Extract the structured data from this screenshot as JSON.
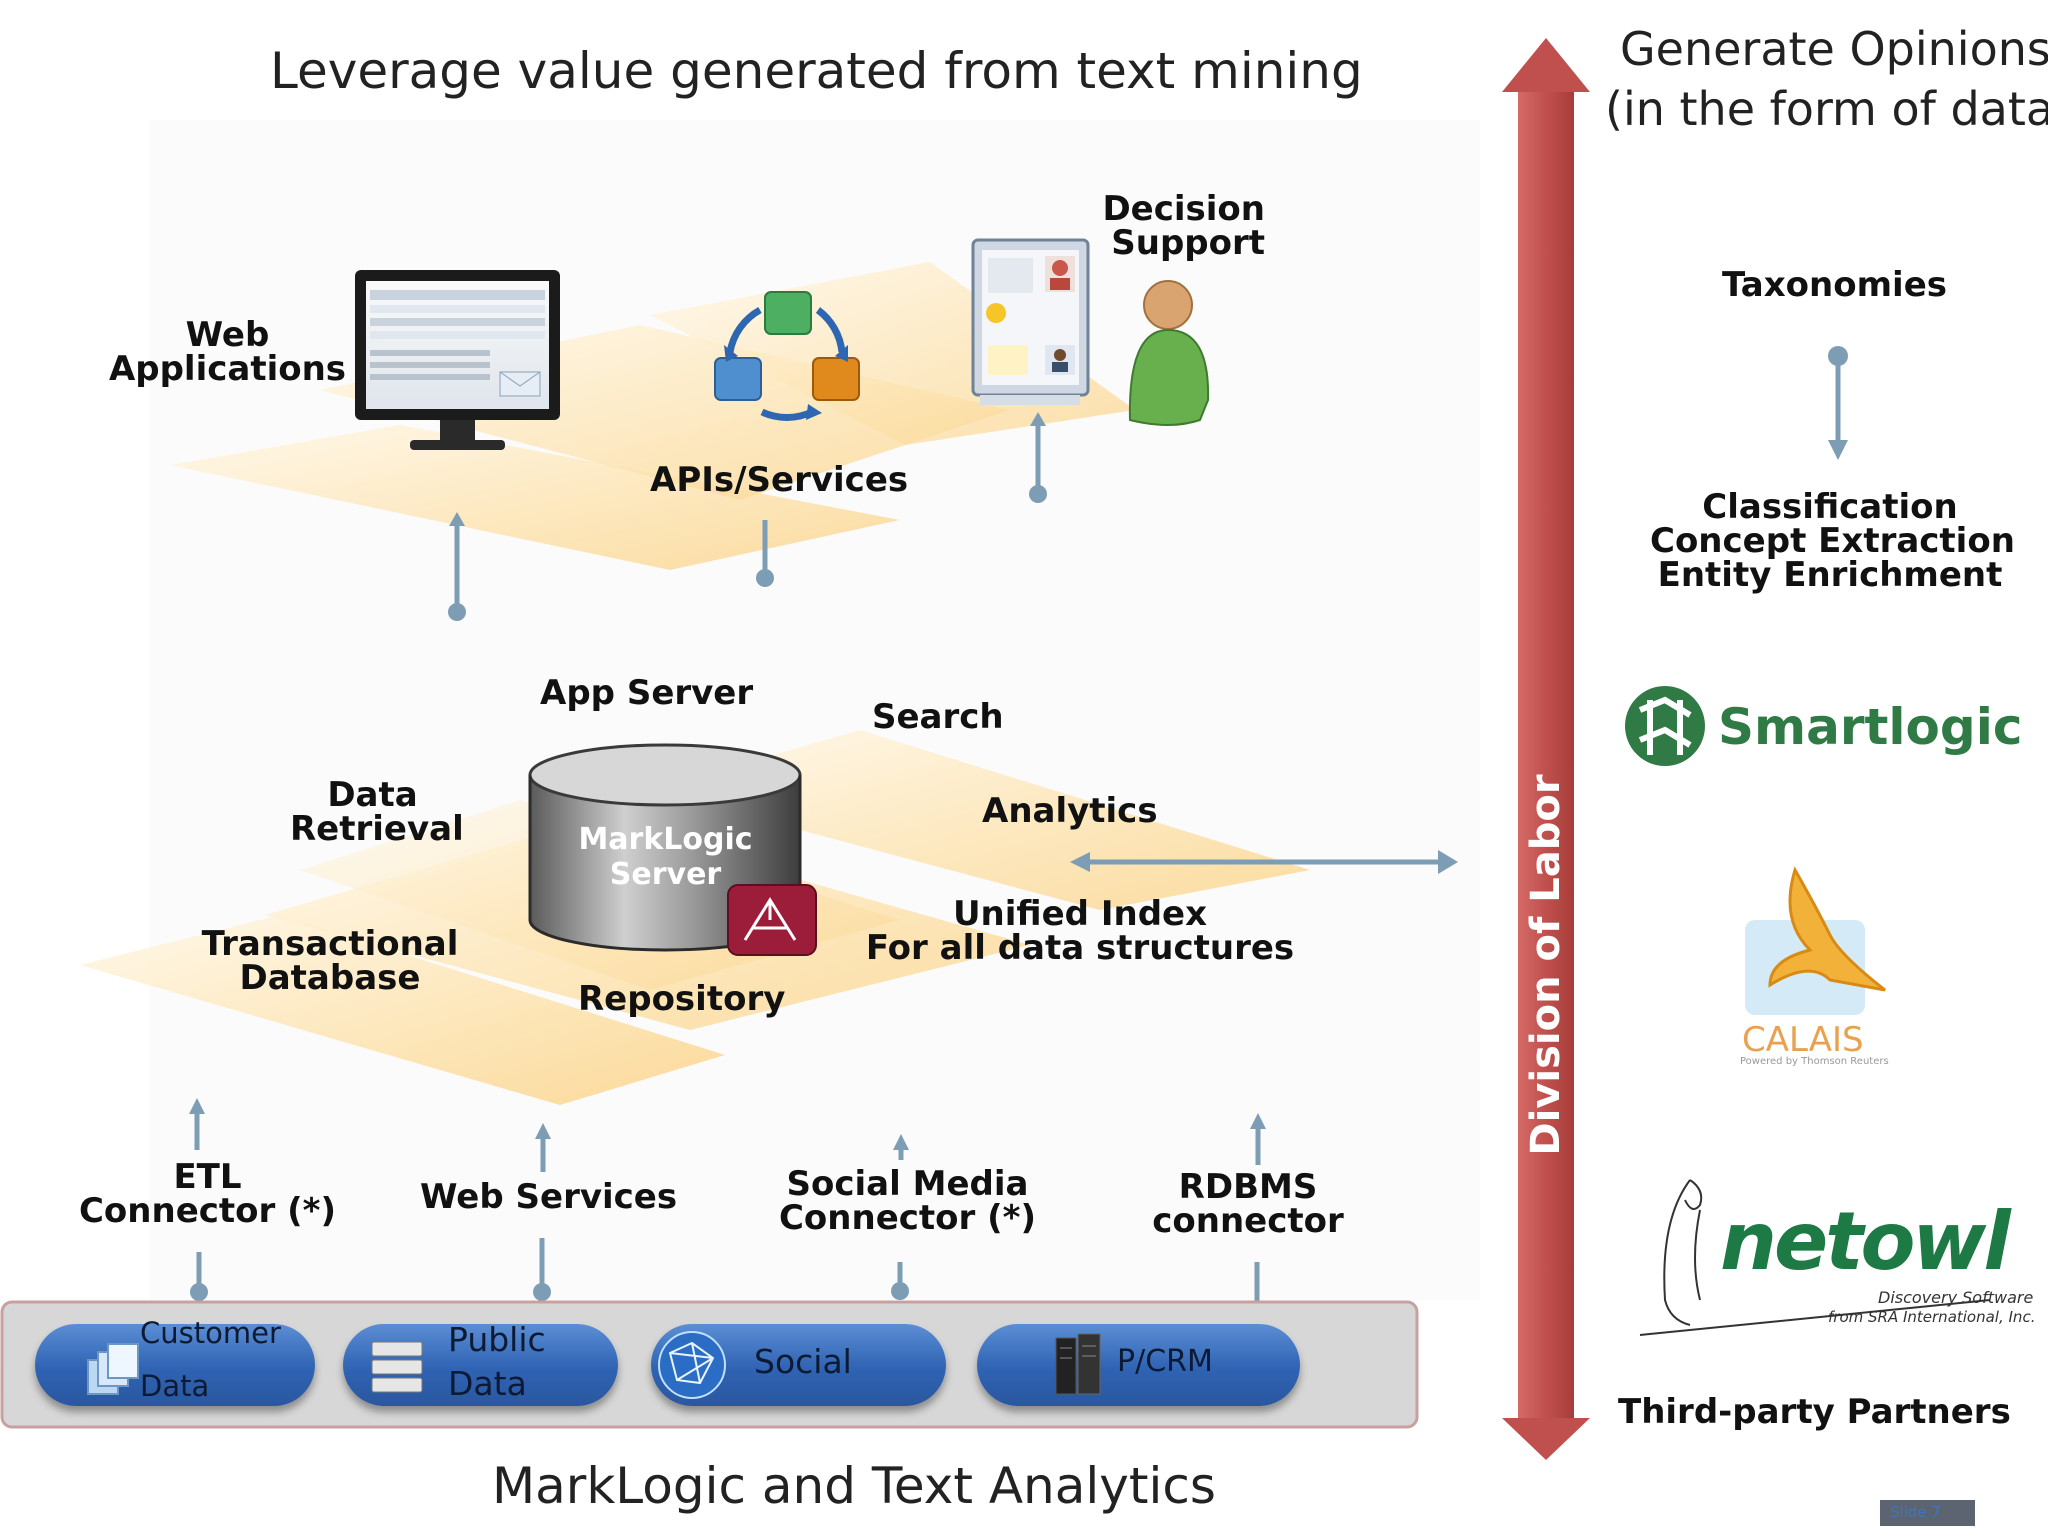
{
  "header": {
    "title": "Leverage value generated from text mining",
    "right_title_line1": "Generate Opinions",
    "right_title_line2": "(in the form of data)"
  },
  "top_layer": {
    "web_applications_line1": "Web",
    "web_applications_line2": "Applications",
    "apis_services": "APIs/Services",
    "decision_support_line1": "Decision",
    "decision_support_line2": "Support"
  },
  "middle_layer": {
    "app_server": "App Server",
    "search": "Search",
    "data_retrieval_line1": "Data",
    "data_retrieval_line2": "Retrieval",
    "analytics": "Analytics",
    "server_name_line1": "MarkLogic",
    "server_name_line2": "Server",
    "unified_index_line1": "Unified Index",
    "unified_index_line2": "For all data structures",
    "transactional_line1": "Transactional",
    "transactional_line2": "Database",
    "repository": "Repository"
  },
  "connectors": {
    "etl_line1": "ETL",
    "etl_line2": "Connector (*)",
    "web_services": "Web Services",
    "social_line1": "Social Media",
    "social_line2": "Connector (*)",
    "rdbms_line1": "RDBMS",
    "rdbms_line2": "connector"
  },
  "sources": {
    "customer_line1": "Customer",
    "customer_line2": "Data",
    "public_line1": "Public",
    "public_line2": "Data",
    "social": "Social",
    "erp": "P/CRM"
  },
  "right_panel": {
    "division_of_labor": "Division of Labor",
    "taxonomies": "Taxonomies",
    "classification": "Classification",
    "concept_extraction": "Concept Extraction",
    "entity_enrichment": "Entity Enrichment",
    "smartlogic": "Smartlogic",
    "calais": "CALAIS",
    "calais_sub": "Powered by Thomson Reuters",
    "netowl": "netowl",
    "netowl_sub1": "Discovery Software",
    "netowl_sub2": "from SRA International, Inc.",
    "third_party": "Third-party Partners"
  },
  "footer": {
    "caption": "MarkLogic and Text Analytics",
    "slide": "Slide 7"
  },
  "colors": {
    "arrow_blue": "#7d9db5",
    "big_arrow_red": "#c0504d",
    "pill_blue": "#2f63b3",
    "layer_fill": "#fde9bf"
  }
}
